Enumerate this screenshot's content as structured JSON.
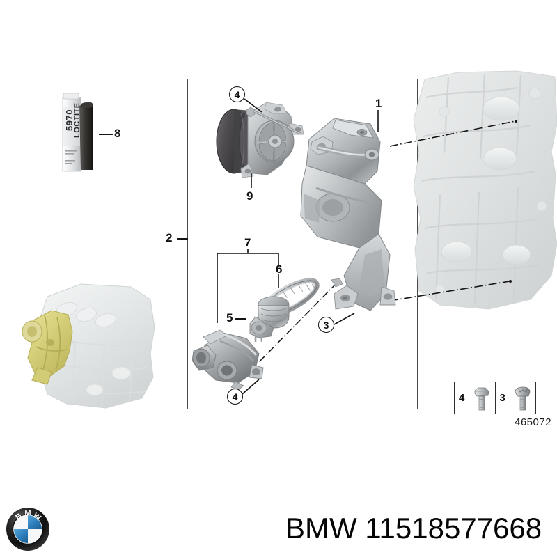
{
  "document": {
    "kind": "parts-exploded-diagram",
    "brand": "BMW",
    "part_number": "11518577668",
    "footer_caption": "BMW 11518577668",
    "diagram_number": "465072"
  },
  "callouts": {
    "c1": "1",
    "c2": "2",
    "c3": "3",
    "c4_top": "4",
    "c4_bottom": "4",
    "c5": "5",
    "c6": "6",
    "c7": "7",
    "c8": "8",
    "c9": "9"
  },
  "parts": {
    "water_pump_with_pulley": {
      "label": "9",
      "description": "water pump with pulley"
    },
    "pump_housing": {
      "label": "1",
      "description": "coolant pump housing / bracket"
    },
    "assembly": {
      "label": "2",
      "description": "complete assembly set"
    },
    "thermostat": {
      "label": "5",
      "description": "thermostat insert"
    },
    "o_ring": {
      "label": "6",
      "description": "profile gasket o-ring"
    },
    "thermostat_with_seal": {
      "label": "7",
      "description": "thermostat with seal set"
    },
    "sealant": {
      "label": "8",
      "description": "Loctite 5970 sealant cartridge"
    },
    "bolt_4": {
      "label": "4",
      "description": "hex bolt"
    },
    "bolt_3": {
      "label": "3",
      "description": "torx bolt"
    }
  },
  "sealant_tube": {
    "brand_line": "LOCTITE",
    "product_line": "5970"
  },
  "legend": {
    "cells": [
      {
        "number": "4",
        "icon": "hex-bolt-icon"
      },
      {
        "number": "3",
        "icon": "torx-bolt-icon"
      }
    ],
    "diagram_id": "465072"
  },
  "thumbnail": {
    "name": "engine-location-thumbnail",
    "highlight_color": "#d6cf7a",
    "body_color": "#e8eaea"
  },
  "colors": {
    "line": "#141414",
    "frame": "#4a4a4a",
    "metal_light": "#d9dbdc",
    "metal_mid": "#aeb2b4",
    "metal_dark": "#7d8183",
    "pulley_dark": "#4c4a4c",
    "ghost": "#dfe2e2",
    "accent_yellow": "#d6cf7a",
    "bmw_blue": "#2e7fbd"
  }
}
